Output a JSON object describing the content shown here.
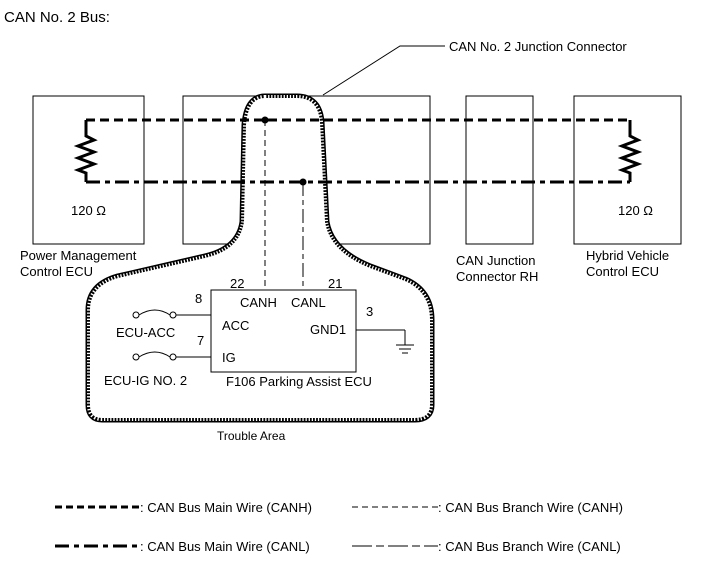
{
  "title": "CAN No. 2 Bus:",
  "junction_connector_label": "CAN No. 2 Junction Connector",
  "ecus": {
    "power_management": {
      "line1": "Power Management",
      "line2": "Control ECU",
      "resistor": "120 Ω"
    },
    "junction_rh": {
      "line1": "CAN Junction",
      "line2": "Connector RH"
    },
    "hybrid_vehicle": {
      "line1": "Hybrid Vehicle",
      "line2": "Control ECU",
      "resistor": "120 Ω"
    }
  },
  "parking_assist": {
    "name": "F106  Parking Assist ECU",
    "pins": {
      "canh": {
        "num": "22",
        "label": "CANH"
      },
      "canl": {
        "num": "21",
        "label": "CANL"
      },
      "acc": {
        "num": "8",
        "label": "ACC"
      },
      "ig": {
        "num": "7",
        "label": "IG"
      },
      "gnd": {
        "num": "3",
        "label": "GND1"
      }
    },
    "fuses": {
      "acc": "ECU-ACC",
      "ig": "ECU-IG NO. 2"
    }
  },
  "trouble_area": "Trouble Area",
  "legend": [
    {
      "style": "main-canh",
      "label": ": CAN Bus Main Wire (CANH)"
    },
    {
      "style": "branch-canh",
      "label": ": CAN Bus Branch Wire (CANH)"
    },
    {
      "style": "main-canl",
      "label": ": CAN Bus Main Wire (CANL)"
    },
    {
      "style": "branch-canl",
      "label": ": CAN Bus Branch Wire (CANL)"
    }
  ]
}
